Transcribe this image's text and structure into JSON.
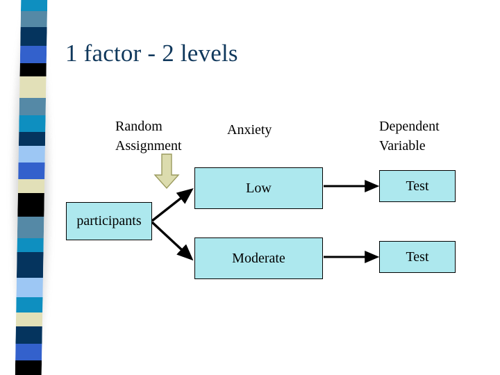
{
  "slide": {
    "title": "1 factor - 2 levels",
    "title_color": "#10385c",
    "background": "#ffffff"
  },
  "theme": {
    "box_fill": "#ade8ee",
    "box_border": "#000000",
    "arrow_fill": "#dcdcae",
    "arrow_outline": "#9a9a5e",
    "connector_color": "#000000",
    "header_text_color": "#000000"
  },
  "headers": [
    {
      "id": "random-assignment",
      "label": "Random\nAssignment"
    },
    {
      "id": "anxiety",
      "label": "Anxiety"
    },
    {
      "id": "dependent-variable",
      "label": "Dependent\nVariable"
    }
  ],
  "boxes": [
    {
      "id": "participants",
      "label": "participants"
    },
    {
      "id": "low",
      "label": "Low"
    },
    {
      "id": "moderate",
      "label": "Moderate"
    },
    {
      "id": "test-low",
      "label": "Test"
    },
    {
      "id": "test-moderate",
      "label": "Test"
    }
  ],
  "icons": {
    "down_arrow": "down-block-arrow-icon"
  },
  "stripe": {
    "segments": [
      {
        "color": "#0e8fc0",
        "height": 18
      },
      {
        "color": "#5589a6",
        "height": 25
      },
      {
        "color": "#05345e",
        "height": 30
      },
      {
        "color": "#3361cc",
        "height": 28
      },
      {
        "color": "#000000",
        "height": 21
      },
      {
        "color": "#e2e0b8",
        "height": 35
      },
      {
        "color": "#5589a6",
        "height": 28
      },
      {
        "color": "#0e8fc0",
        "height": 26
      },
      {
        "color": "#05345e",
        "height": 22
      },
      {
        "color": "#9dc7f4",
        "height": 27
      },
      {
        "color": "#3361cc",
        "height": 27
      },
      {
        "color": "#e2e0b8",
        "height": 22
      },
      {
        "color": "#000000",
        "height": 38
      },
      {
        "color": "#5589a6",
        "height": 34
      },
      {
        "color": "#0e8fc0",
        "height": 22
      },
      {
        "color": "#05345e",
        "height": 41
      },
      {
        "color": "#9dc7f4",
        "height": 32
      },
      {
        "color": "#0e8fc0",
        "height": 24
      },
      {
        "color": "#e2e0b8",
        "height": 22
      },
      {
        "color": "#05345e",
        "height": 28
      },
      {
        "color": "#3361cc",
        "height": 27
      },
      {
        "color": "#000000",
        "height": 23
      }
    ]
  }
}
